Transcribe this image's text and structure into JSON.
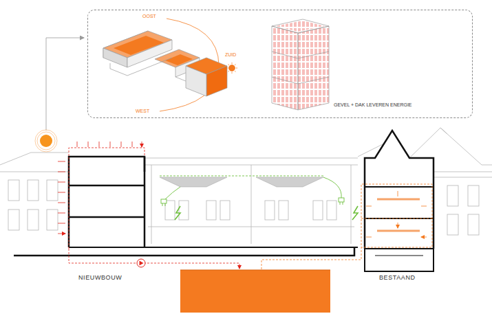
{
  "diagram": {
    "nodes": [
      {
        "text": [
          "OOST",
          "ZUID",
          "WEST",
          "GEVEL + DAK LEVEREN ENERGIE"
        ]
      }
    ],
    "labels": [
      "NIEUWBOUW",
      "BESTAAND"
    ]
  }
}
